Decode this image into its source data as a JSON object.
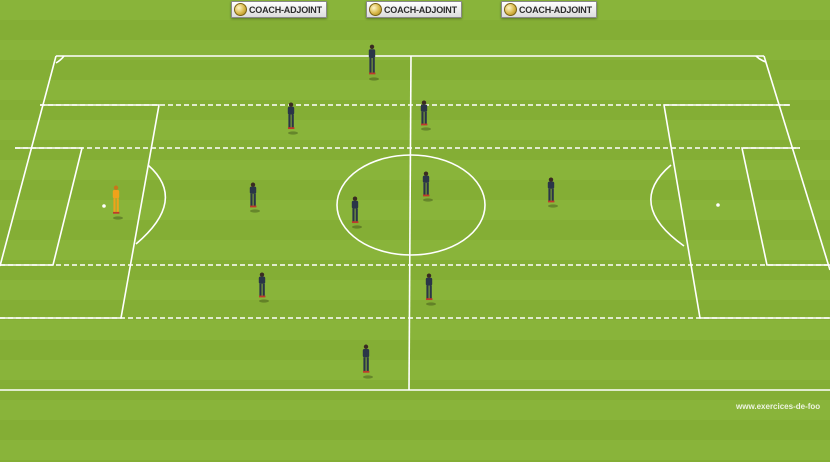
{
  "banners": [
    {
      "text": "COACH-ADJOINT"
    },
    {
      "text": "COACH-ADJOINT"
    },
    {
      "text": "COACH-ADJOINT"
    }
  ],
  "watermark": "www.exercices-de-foo",
  "colors": {
    "grass": "#86b137",
    "line": "#ffffff",
    "outfield_kit": "#2a3548",
    "goalkeeper_kit": "#f0a21a"
  },
  "players": [
    {
      "role": "outfield"
    },
    {
      "role": "outfield"
    },
    {
      "role": "outfield"
    },
    {
      "role": "outfield"
    },
    {
      "role": "outfield"
    },
    {
      "role": "outfield"
    },
    {
      "role": "outfield"
    },
    {
      "role": "outfield"
    },
    {
      "role": "outfield"
    },
    {
      "role": "outfield"
    },
    {
      "role": "goalkeeper"
    }
  ],
  "balls": 2
}
